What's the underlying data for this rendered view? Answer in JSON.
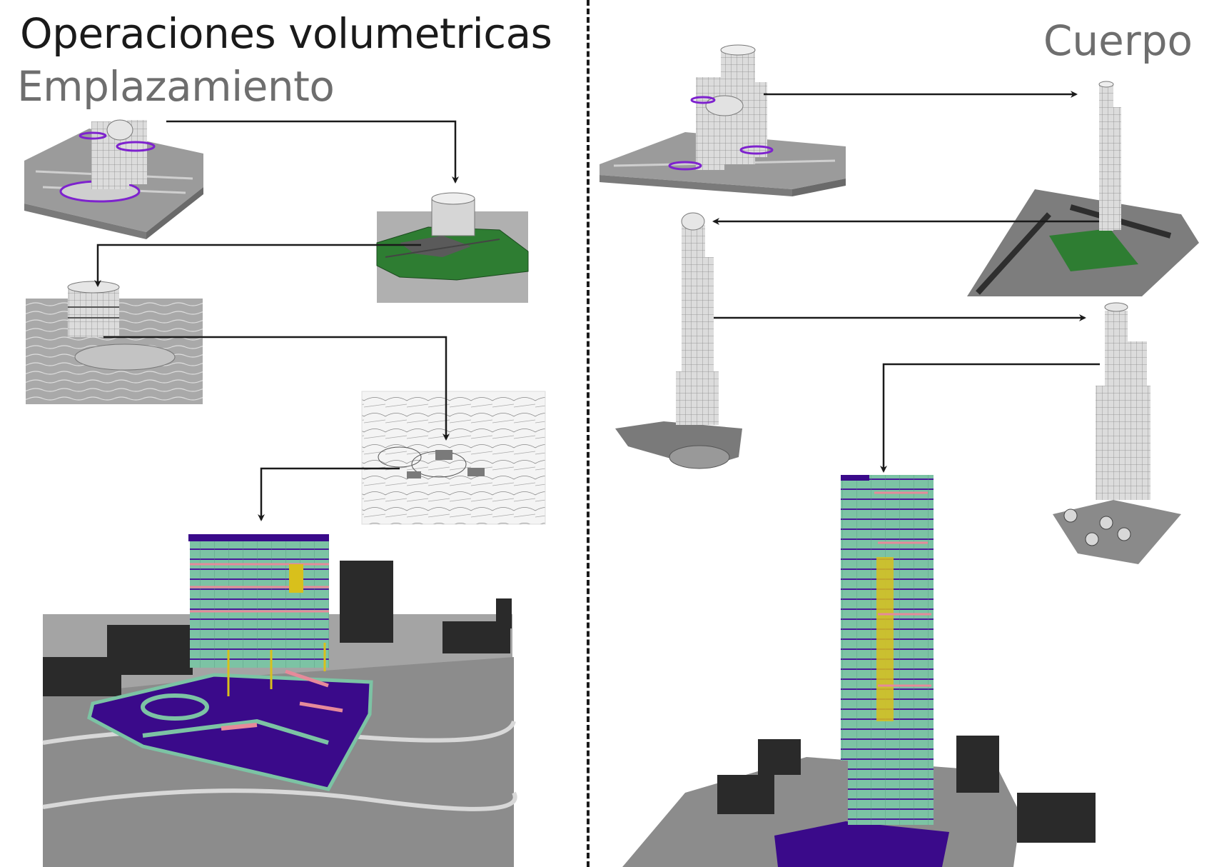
{
  "header": {
    "title": "Operaciones volumetricas",
    "left_section": "Emplazamiento",
    "right_section": "Cuerpo"
  },
  "colors": {
    "facade_green": "#7cc3a4",
    "slab_purple": "#3a0a8a",
    "terrain_grey": "#8f8f8f",
    "vegetation_green": "#2e7d32",
    "railing_pink": "#e68a9a",
    "glass_yellow": "#d8c01c",
    "dark_block": "#2a2a2a"
  }
}
